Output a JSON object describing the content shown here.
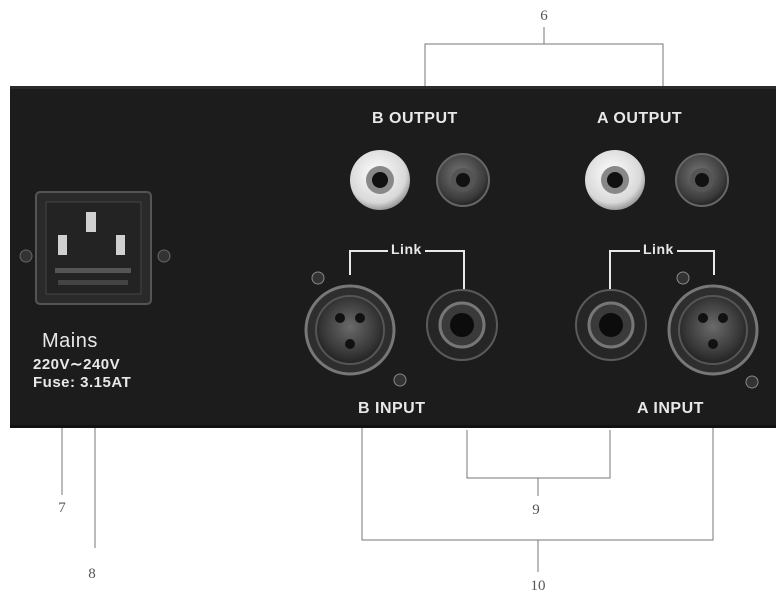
{
  "callouts": {
    "c6": "6",
    "c7": "7",
    "c8": "8",
    "c9": "9",
    "c10": "10"
  },
  "panel": {
    "b_output": "B OUTPUT",
    "a_output": "A OUTPUT",
    "link_b": "Link",
    "link_a": "Link",
    "b_input": "B INPUT",
    "a_input": "A INPUT",
    "mains_title": "Mains",
    "mains_voltage": "220V∼240V",
    "mains_fuse": "Fuse: 3.15AT"
  },
  "colors": {
    "panel": "#1c1c1c",
    "label_text": "#e8e8e8",
    "callout_line": "#777777"
  }
}
